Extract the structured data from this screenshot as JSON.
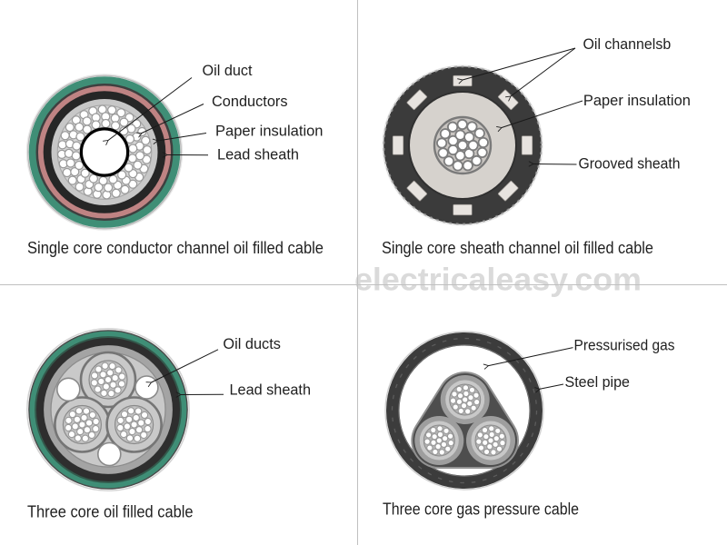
{
  "watermark": "electricaleasy.com",
  "quadrants": {
    "tl": {
      "caption": "Single core conductor channel oil filled cable",
      "labels": {
        "oil_duct": "Oil duct",
        "conductors": "Conductors",
        "paper_insulation": "Paper insulation",
        "lead_sheath": "Lead sheath"
      }
    },
    "tr": {
      "caption": "Single core sheath channel oil filled cable",
      "labels": {
        "oil_channels": "Oil channelsb",
        "paper_insulation": "Paper insulation",
        "grooved_sheath": "Grooved sheath"
      }
    },
    "bl": {
      "caption": "Three core oil filled cable",
      "labels": {
        "oil_ducts": "Oil ducts",
        "lead_sheath": "Lead sheath"
      }
    },
    "br": {
      "caption": "Three core gas pressure cable",
      "labels": {
        "pressurised_gas": "Pressurised gas",
        "steel_pipe": "Steel pipe"
      }
    }
  },
  "colors": {
    "green_ring": "#3f8e76",
    "pink_ring": "#bf8383",
    "lead_black": "#262626",
    "dark_edge": "#3f3f3f",
    "charcoal": "#3b3b3b",
    "paper_gray": "#c7c7c7",
    "paper_warm": "#d6d2cd",
    "strand_bg": "#d4d4d4",
    "strand_outline": "#9a9a9a",
    "oil_channel_rect": "#e7e3df",
    "steel_pipe": "#3c3c3c",
    "bundle_dark": "#4e4e4e",
    "belt_gray": "#c9c9c9",
    "mid_gray": "#a4a4a4",
    "watermark_gray": "#dadada",
    "grid_line": "#c0c0c0",
    "arrow_line": "#1a1a1a",
    "text": "#1f1f1f",
    "white": "#ffffff"
  }
}
